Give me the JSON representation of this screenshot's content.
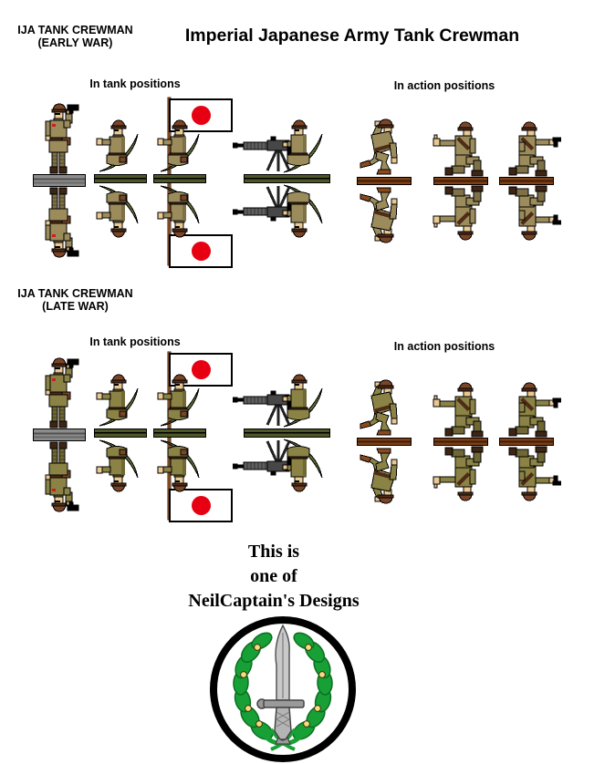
{
  "page_title": "Imperial Japanese Army Tank Crewman",
  "sections": [
    {
      "id": "early-war",
      "heading_line1": "IJA TANK CREWMAN",
      "heading_line2": "(EARLY WAR)",
      "tank_label": "In tank positions",
      "action_label": "In action positions"
    },
    {
      "id": "late-war",
      "heading_line1": "IJA TANK CREWMAN",
      "heading_line2": "(LATE WAR)",
      "tank_label": "In tank positions",
      "action_label": "In action positions"
    }
  ],
  "footer": {
    "line1": "This is",
    "line2": "one of",
    "line3": "NeilCaptain's Designs"
  },
  "figures": {
    "tank_positions": [
      "standing crewman with binoculars on hull base",
      "seated crewman in hatch with camouflage frond",
      "seated crewman holding Japanese flag on pole",
      "crewman firing pintle-mounted machine gun"
    ],
    "action_positions": [
      "crewman running crouched",
      "kneeling crewman signalling with thumb up",
      "kneeling crewman firing pistol"
    ],
    "logo": "black circle badge with green oak-leaf wreath, yellow acorns and upright dagger"
  },
  "colors": {
    "uniform-early": "#9c8c5c",
    "uniform-early-dark": "#7f7147",
    "uniform-late": "#8b8345",
    "uniform-late-dark": "#6f6834",
    "skin": "#eac892",
    "helmet": "#7a4527",
    "helmet-dark": "#4f2c17",
    "boot": "#3c2514",
    "shoe": "#8a4a1e",
    "gun-metal": "#5f5f5f",
    "base-gray": "#8c8c8c",
    "base-green": "#4c5628",
    "frond-green": "#5f6b33",
    "base-brown": "#7d3f14",
    "base-brown-dark": "#431c07",
    "flag-red": "#e60012",
    "pole-brown": "#7b4a26",
    "wreath-green": "#17a035",
    "wreath-green-dark": "#0c6e22",
    "acorn-yellow": "#ece27c",
    "blade-silver": "#c9c9c9",
    "patch-red": "#cc2020"
  }
}
